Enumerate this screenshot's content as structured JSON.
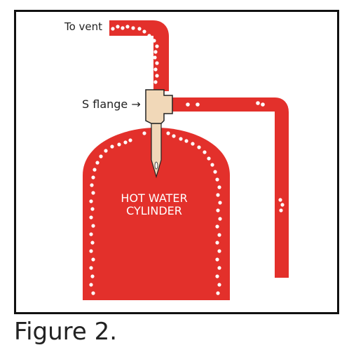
{
  "labels": {
    "vent": "To vent",
    "flange": "S flange",
    "arrow": "→",
    "cylinder_line1": "HOT WATER",
    "cylinder_line2": "CYLINDER"
  },
  "caption": "Figure 2.",
  "colors": {
    "pipe": "#e3302b",
    "fitting": "#f1d8b8",
    "fitting_outline": "#222222",
    "bubbles": "#ffffff",
    "frame": "#111111"
  }
}
